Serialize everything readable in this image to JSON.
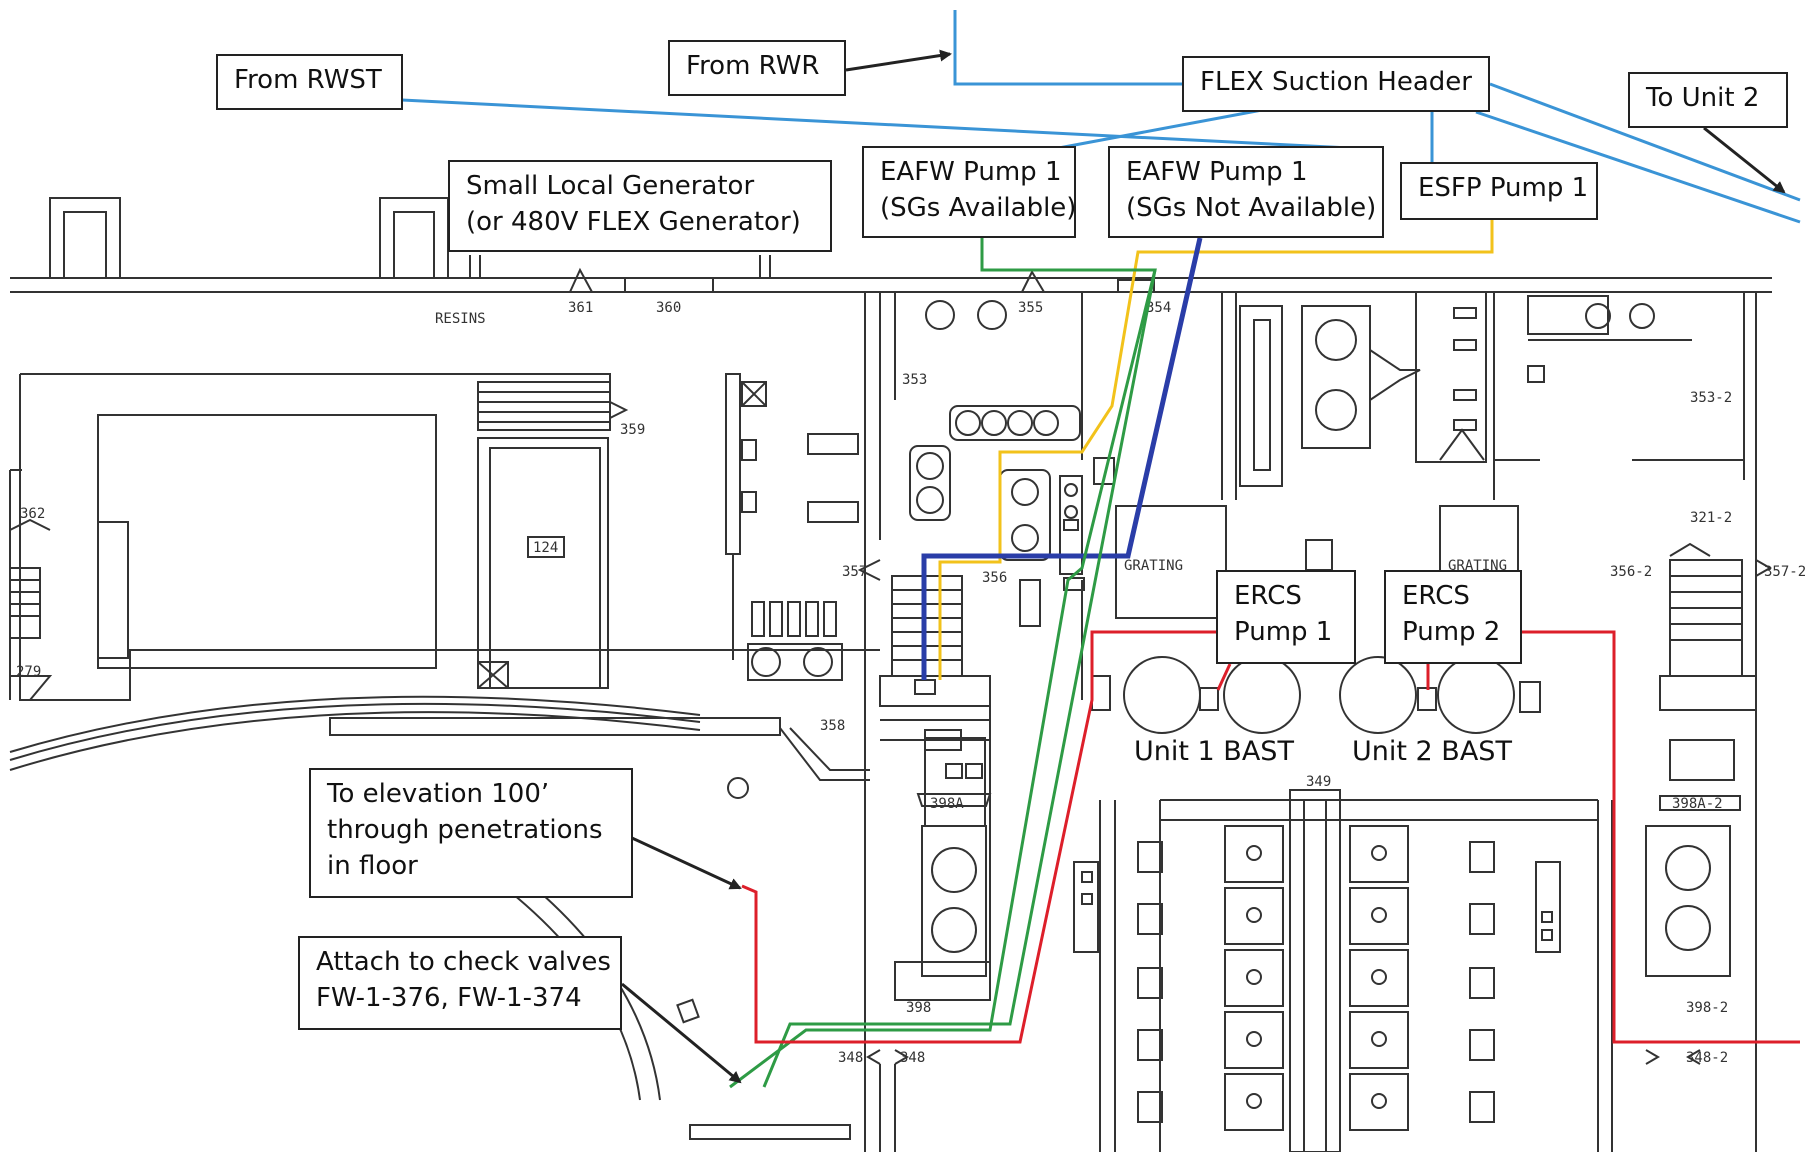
{
  "colors": {
    "suction_line": "#3a94d6",
    "eafw_sgs_available_line": "#2e9b45",
    "eafw_sgs_not_available_line": "#2a3da8",
    "esfp_line": "#f2c21b",
    "ercs_line": "#dd1f2a",
    "arrow": "#222222",
    "drawing": "#333333"
  },
  "labels": {
    "from_rwst": "From RWST",
    "from_rwr": "From RWR",
    "flex_suction_header": "FLEX Suction Header",
    "to_unit_2": "To Unit 2",
    "small_generator": [
      "Small Local Generator",
      "(or 480V FLEX Generator)"
    ],
    "eafw_pump_available": [
      "EAFW Pump 1",
      "(SGs Available)"
    ],
    "eafw_pump_not_available": [
      "EAFW Pump 1",
      "(SGs Not Available)"
    ],
    "esfp_pump": "ESFP Pump 1",
    "ercs_pump_1": [
      "ERCS",
      "Pump 1"
    ],
    "ercs_pump_2": [
      "ERCS",
      "Pump 2"
    ],
    "unit_1_bast": "Unit 1 BAST",
    "unit_2_bast": "Unit 2 BAST",
    "elevation_note": [
      "To elevation 100’",
      "through penetrations",
      "in floor"
    ],
    "check_valves_note": [
      "Attach to check valves",
      "FW-1-376, FW-1-374"
    ]
  },
  "rooms": {
    "resins": "RESINS",
    "r361": "361",
    "r360": "360",
    "r355": "355",
    "r354": "354",
    "r353": "353",
    "r359": "359",
    "r124": "124",
    "r362": "362",
    "r279": "279",
    "r357": "357",
    "r356": "356",
    "r358": "358",
    "r398a": "398A",
    "r398": "398",
    "r348a": "348",
    "r348b": "348",
    "r349": "349",
    "r353_2": "353-2",
    "r321_2": "321-2",
    "r356_2": "356-2",
    "r357_2": "357-2",
    "r398a_2": "398A-2",
    "r398_2": "398-2",
    "r348_2": "348-2",
    "grating_1": "GRATING",
    "grating_2": "GRATING"
  }
}
